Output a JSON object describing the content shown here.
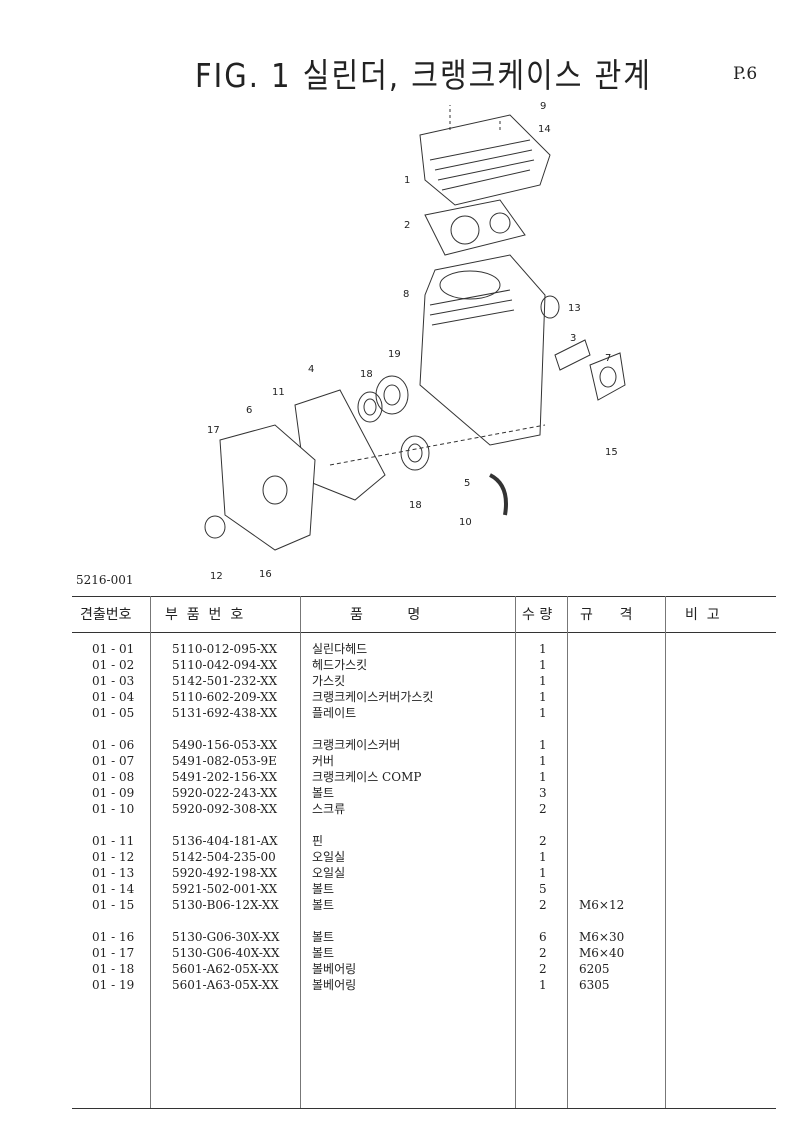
{
  "header": {
    "title": "FIG. 1  실린더, 크랭크케이스 관계",
    "page": "P.6"
  },
  "diagram": {
    "doc_number": "5216-001",
    "callouts": [
      "9",
      "14",
      "1",
      "2",
      "8",
      "13",
      "3",
      "7",
      "19",
      "18",
      "4",
      "11",
      "6",
      "17",
      "15",
      "5",
      "18",
      "10",
      "12",
      "16"
    ]
  },
  "table": {
    "headers": [
      "견출번호",
      "부  품  번  호",
      "품          명",
      "수 량",
      "규      격",
      "비  고"
    ],
    "groups": [
      [
        {
          "no": "01 - 01",
          "part": "5110-012-095-XX",
          "name": "실린다헤드",
          "qty": "1",
          "spec": ""
        },
        {
          "no": "01 - 02",
          "part": "5110-042-094-XX",
          "name": "헤드가스킷",
          "qty": "1",
          "spec": ""
        },
        {
          "no": "01 - 03",
          "part": "5142-501-232-XX",
          "name": "가스킷",
          "qty": "1",
          "spec": ""
        },
        {
          "no": "01 - 04",
          "part": "5110-602-209-XX",
          "name": "크랭크케이스커버가스킷",
          "qty": "1",
          "spec": ""
        },
        {
          "no": "01 - 05",
          "part": "5131-692-438-XX",
          "name": "플레이트",
          "qty": "1",
          "spec": ""
        }
      ],
      [
        {
          "no": "01 - 06",
          "part": "5490-156-053-XX",
          "name": "크랭크케이스커버",
          "qty": "1",
          "spec": ""
        },
        {
          "no": "01 - 07",
          "part": "5491-082-053-9E",
          "name": "커버",
          "qty": "1",
          "spec": ""
        },
        {
          "no": "01 - 08",
          "part": "5491-202-156-XX",
          "name": "크랭크케이스 COMP",
          "qty": "1",
          "spec": ""
        },
        {
          "no": "01 - 09",
          "part": "5920-022-243-XX",
          "name": "볼트",
          "qty": "3",
          "spec": ""
        },
        {
          "no": "01 - 10",
          "part": "5920-092-308-XX",
          "name": "스크류",
          "qty": "2",
          "spec": ""
        }
      ],
      [
        {
          "no": "01 - 11",
          "part": "5136-404-181-AX",
          "name": "핀",
          "qty": "2",
          "spec": ""
        },
        {
          "no": "01 - 12",
          "part": "5142-504-235-00",
          "name": "오일실",
          "qty": "1",
          "spec": ""
        },
        {
          "no": "01 - 13",
          "part": "5920-492-198-XX",
          "name": "오일실",
          "qty": "1",
          "spec": ""
        },
        {
          "no": "01 - 14",
          "part": "5921-502-001-XX",
          "name": "볼트",
          "qty": "5",
          "spec": ""
        },
        {
          "no": "01 - 15",
          "part": "5130-B06-12X-XX",
          "name": "볼트",
          "qty": "2",
          "spec": "M6×12"
        }
      ],
      [
        {
          "no": "01 - 16",
          "part": "5130-G06-30X-XX",
          "name": "볼트",
          "qty": "6",
          "spec": "M6×30"
        },
        {
          "no": "01 - 17",
          "part": "5130-G06-40X-XX",
          "name": "볼트",
          "qty": "2",
          "spec": "M6×40"
        },
        {
          "no": "01 - 18",
          "part": "5601-A62-05X-XX",
          "name": "볼베어링",
          "qty": "2",
          "spec": "6205"
        },
        {
          "no": "01 - 19",
          "part": "5601-A63-05X-XX",
          "name": "볼베어링",
          "qty": "1",
          "spec": "6305"
        }
      ]
    ]
  }
}
